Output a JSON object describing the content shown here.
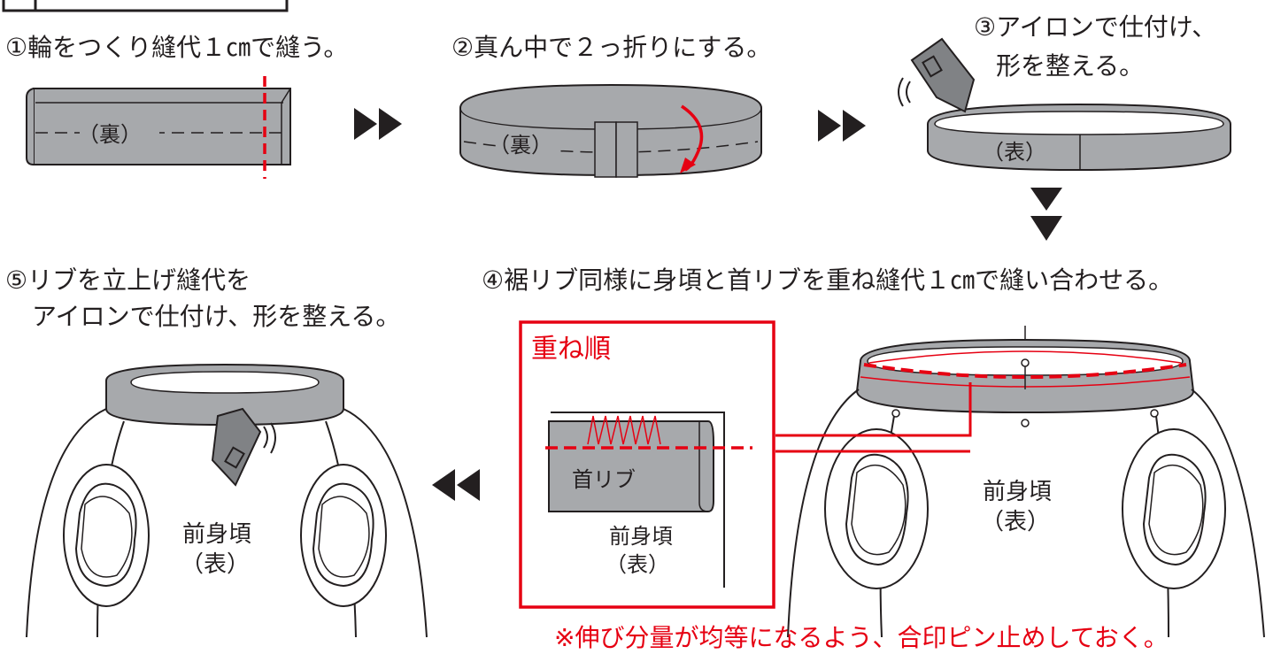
{
  "steps": {
    "s1": "①輪をつくり縫代１㎝で縫う。",
    "s2": "②真ん中で２っ折りにする。",
    "s3_l1": "③アイロンで仕付け、",
    "s3_l2": "形を整える。",
    "s4": "④裾リブ同様に身頃と首リブを重ね縫代１㎝で縫い合わせる。",
    "s5_l1": "⑤リブを立上げ縫代を",
    "s5_l2": "アイロンで仕付け、形を整える。"
  },
  "labels": {
    "ura": "（裏）",
    "omote": "（表）",
    "maemigoro": "前身頃",
    "kubi_rib": "首リブ",
    "kasane_jun": "重ね順"
  },
  "note": "※伸び分量が均等になるよう、合印ピン止めしておく。",
  "colors": {
    "accent_red": "#e60012",
    "fabric_gray": "#a7a9ac",
    "line": "#231f20"
  }
}
